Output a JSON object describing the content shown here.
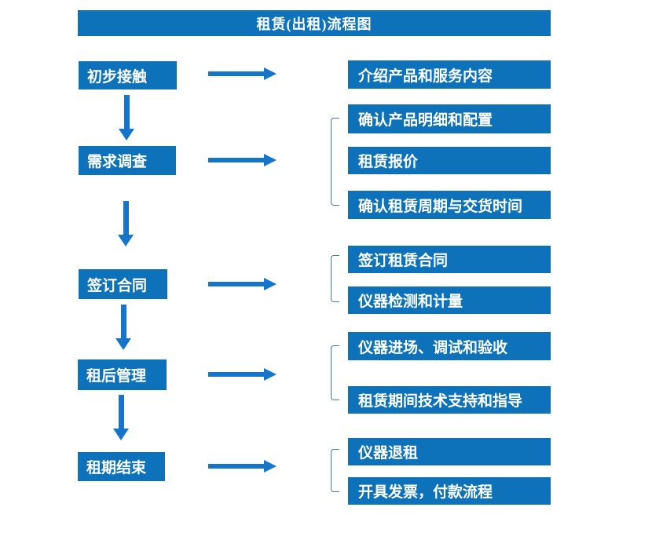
{
  "title": "租赁(出租)流程图",
  "colors": {
    "box_blue": "#0d72ba",
    "arrow_blue": "#1475cb",
    "bracket_blue": "#3a7abf",
    "text_white": "#ffffff",
    "background": "#ffffff"
  },
  "steps": [
    {
      "label": "初步接触",
      "details": [
        "介绍产品和服务内容"
      ]
    },
    {
      "label": "需求调查",
      "details": [
        "确认产品明细和配置",
        "租赁报价",
        "确认租赁周期与交货时间"
      ]
    },
    {
      "label": "签订合同",
      "details": [
        "签订租赁合同",
        "仪器检测和计量"
      ]
    },
    {
      "label": "租后管理",
      "details": [
        "仪器进场、调试和验收",
        "租赁期间技术支持和指导"
      ]
    },
    {
      "label": "租期结束",
      "details": [
        "仪器退租",
        "开具发票，付款流程"
      ]
    }
  ]
}
